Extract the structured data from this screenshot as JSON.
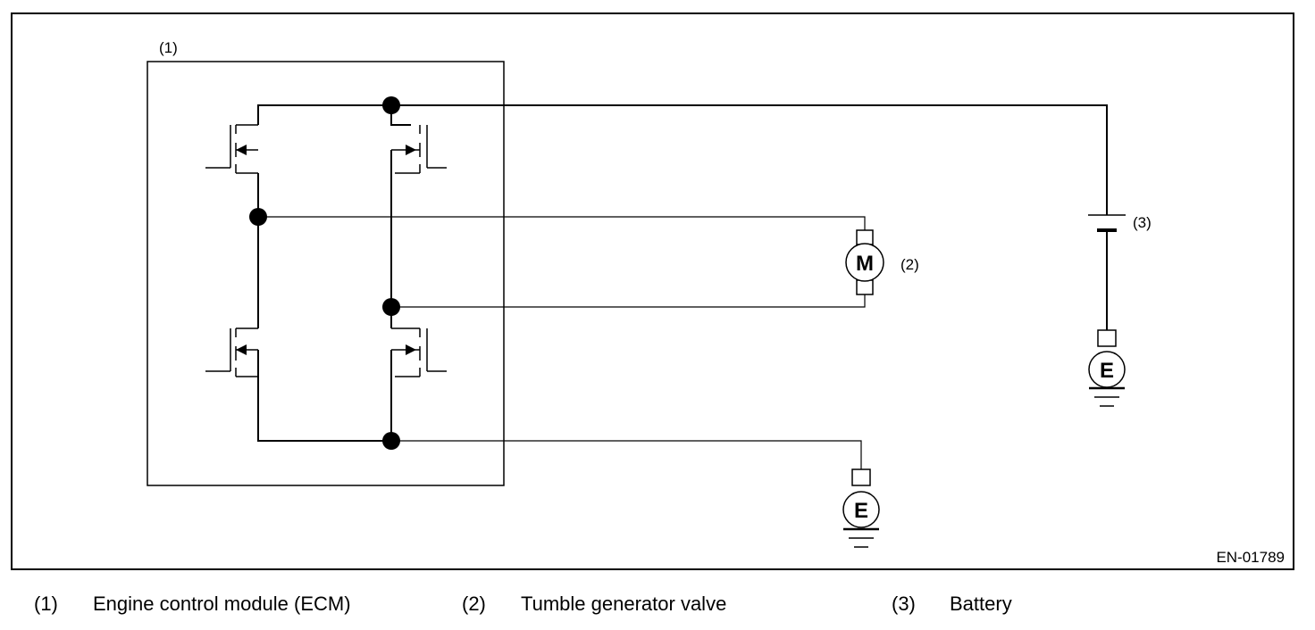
{
  "figure": {
    "callouts": {
      "ecm": "(1)",
      "valve": "(2)",
      "battery": "(3)"
    },
    "motor_symbol": "M",
    "ground_symbol": "E",
    "figure_id": "EN-01789"
  },
  "legend": [
    {
      "num": "(1)",
      "text": "Engine control module (ECM)"
    },
    {
      "num": "(2)",
      "text": "Tumble generator valve"
    },
    {
      "num": "(3)",
      "text": "Battery"
    }
  ]
}
